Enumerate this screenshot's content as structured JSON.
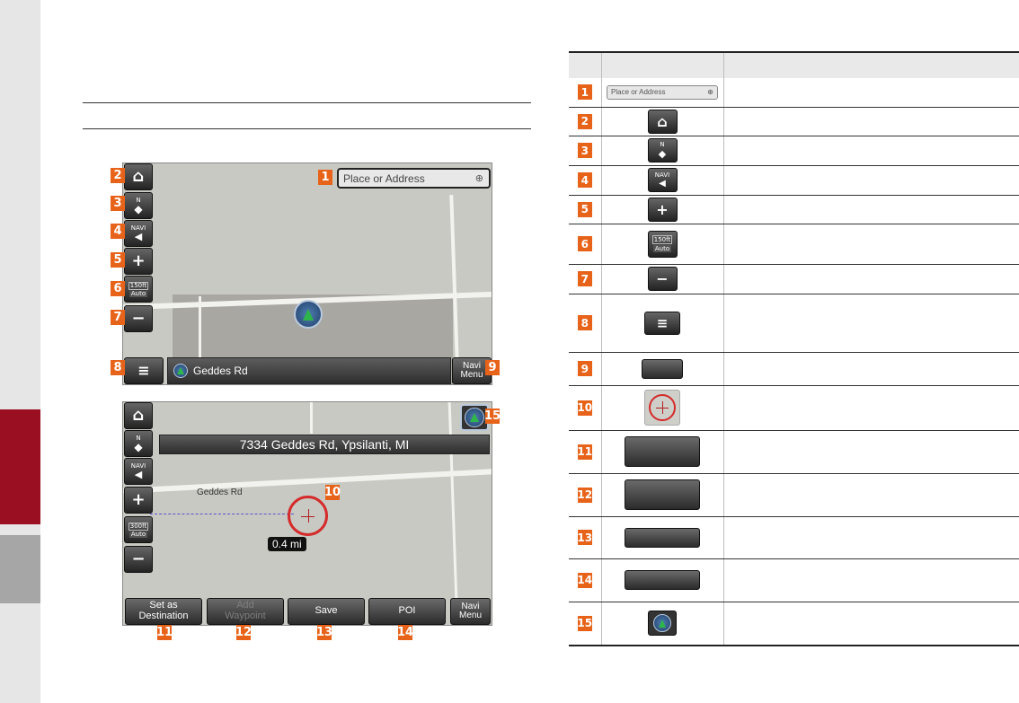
{
  "screen1": {
    "search_placeholder": "Place or Address",
    "road_name": "Geddes Rd",
    "navi_menu_line1": "Navi",
    "navi_menu_line2": "Menu",
    "scale_value": "150ft",
    "scale_mode": "Auto",
    "navi_vol_label": "NAVI",
    "compass_label": "N"
  },
  "screen2": {
    "address": "7334 Geddes Rd, Ypsilanti, MI",
    "map_road_label": "Geddes Rd",
    "distance": "0.4 mi",
    "scale_value": "300ft",
    "scale_mode": "Auto",
    "navi_vol_label": "NAVI",
    "compass_label": "N",
    "buttons": {
      "set_destination_line1": "Set as",
      "set_destination_line2": "Destination",
      "add_waypoint_line1": "Add",
      "add_waypoint_line2": "Waypoint",
      "save": "Save",
      "poi": "POI",
      "navi_menu_line1": "Navi",
      "navi_menu_line2": "Menu"
    }
  },
  "badges": [
    "1",
    "2",
    "3",
    "4",
    "5",
    "6",
    "7",
    "8",
    "9",
    "10",
    "11",
    "12",
    "13",
    "14",
    "15"
  ],
  "table": {
    "search_icon_text": "Place or Address",
    "scale_value": "150ft",
    "scale_mode": "Auto",
    "navi_vol_label": "NAVI",
    "compass_label": "N"
  },
  "icons": [
    "home-icon",
    "compass-icon",
    "speaker-icon",
    "plus-icon",
    "minus-icon",
    "menu-icon",
    "search-icon",
    "gps-arrow-icon",
    "cursor-icon"
  ],
  "colors": {
    "badge": "#e8631a",
    "side_tab_active": "#9a0f22",
    "side_tab_inactive": "#a6a6a6",
    "map_background": "#c9c9c3",
    "cursor_ring": "#d42b2b"
  }
}
